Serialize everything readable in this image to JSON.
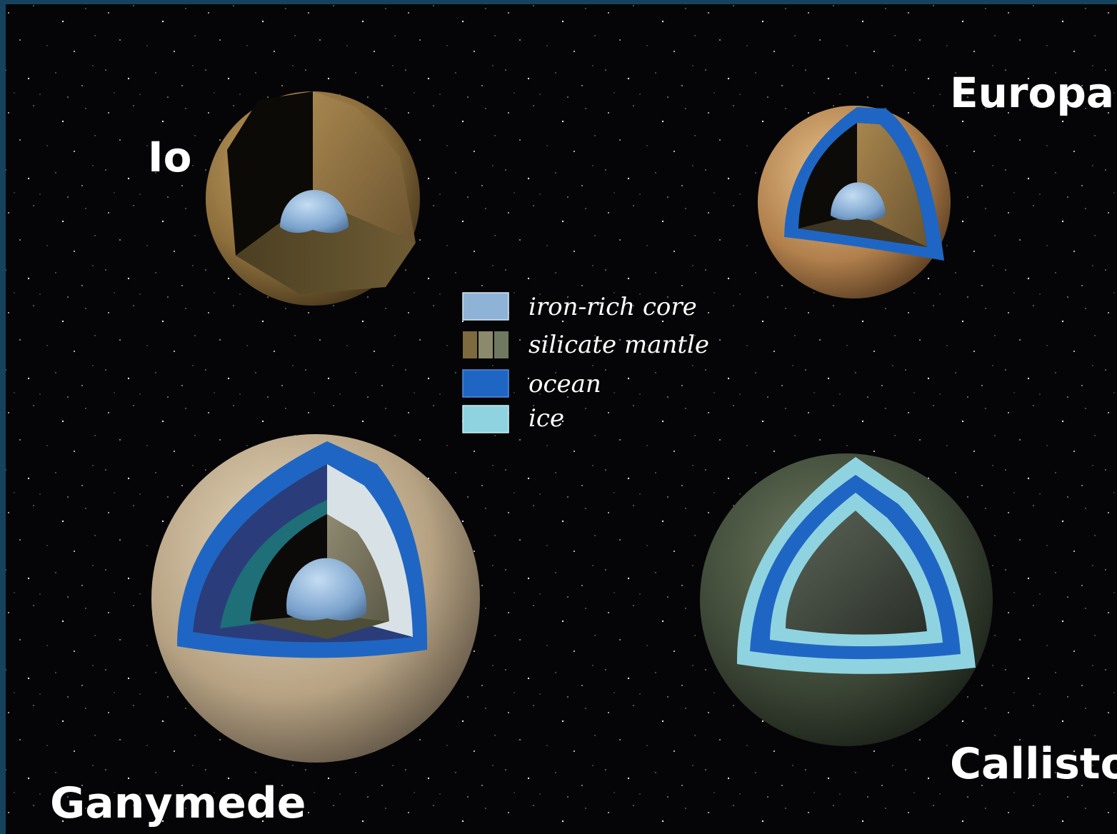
{
  "moons": [
    {
      "id": "io",
      "name": "Io"
    },
    {
      "id": "europa",
      "name": "Europa"
    },
    {
      "id": "ganymede",
      "name": "Ganymede"
    },
    {
      "id": "callisto",
      "name": "Callisto"
    }
  ],
  "legend": [
    {
      "id": "core",
      "label": "iron-rich core",
      "color": "#8fb3d6"
    },
    {
      "id": "mantle",
      "label": "silicate mantle",
      "color": "#8a7a52"
    },
    {
      "id": "ocean",
      "label": "ocean",
      "color": "#1f66c4"
    },
    {
      "id": "ice",
      "label": "ice",
      "color": "#8fd3e0"
    }
  ],
  "colors": {
    "background_frame": "#15435e",
    "space": "#050507",
    "label": "#ffffff"
  }
}
